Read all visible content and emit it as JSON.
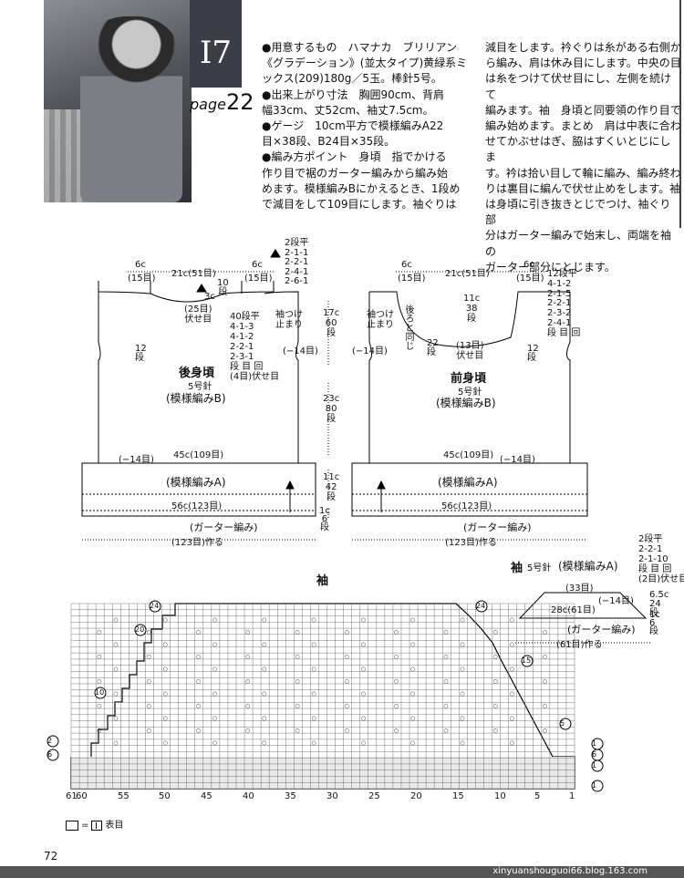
{
  "header": {
    "number": "I7",
    "page_word": "page",
    "page_num": "22",
    "page_number": "72"
  },
  "instructions": {
    "col1": "●用意するもの　ハマナカ　ブリリアン\n《グラデーション》(並太タイプ)黄緑系ミ\nックス(209)180g／5玉。棒針5号。\n●出来上がり寸法　胸囲90cm、背肩\n幅33cm、丈52cm、袖丈7.5cm。\n●ゲージ　10cm平方で模様編みA22\n目×38段、B24目×35段。\n●編み方ポイント　身頃　指でかける\n作り目で裾のガーター編みから編み始\nめます。模様編みBにかえるとき、1段め\nで減目をして109目にします。袖ぐりは",
    "col2": "減目をします。衿ぐりは糸がある右側か\nら編み、肩は休み目にします。中央の目\nは糸をつけて伏せ目にし、左側を続けて\n編みます。袖　身頃と同要領の作り目で\n編み始めます。まとめ　肩は中表に合わ\nせてかぶせはぎ、脇はすくいとじにしま\nす。衿は拾い目して輪に編み、編み終わ\nりは裏目に編んで伏せ止めをします。袖\nは身頃に引き抜きとじでつけ、袖ぐり部\n分はガーター編みで始末し、両端を袖の\nガーター部分にとじます。"
  },
  "back": {
    "title": "後身頃",
    "needle": "5号針",
    "pattern": "(模様編みB)",
    "top_w": "21c(51目)",
    "shoulder_l": "6c",
    "shoulder_l2": "(15目)",
    "shoulder_r": "6c",
    "shoulder_r2": "(15目)",
    "neck_rows": "10\n段",
    "neck_depth": "3c",
    "neck_center": "(25目)\n伏せ目",
    "shoulder_dec": "2段平\n2-1-1\n2-2-1\n2-4-1\n2-6-1",
    "sleeve_stop": "袖つけ\n止まり",
    "arm_dec": "40段平\n4-1-3\n4-1-2\n2-2-1\n2-3-1\n段 目 回\n(4目)伏せ目",
    "side12": "12\n段",
    "minus14r": "(−14目)",
    "minus14b": "(−14目)",
    "w45": "45c(109目)",
    "patA": "(模様編みA)",
    "w56": "56c(123目)",
    "garter": "(ガーター編み)",
    "cast": "(123目)作る",
    "h17": "17c\n60\n段",
    "h23": "23c\n80\n段",
    "h11": "11c\n42\n段",
    "h1": "1c\n6\n段"
  },
  "front": {
    "title": "前身頃",
    "needle": "5号針",
    "pattern": "(模様編みB)",
    "top_w": "21c(51目)",
    "shoulder_l": "6c",
    "shoulder_l2": "(15目)",
    "shoulder_r": "6c",
    "shoulder_r2": "(15目)",
    "neck_depth": "11c\n38\n段",
    "neck_center": "(13目)\n伏せ目",
    "back_same": "後ろと同じ",
    "rows22": "22\n段",
    "sleeve_stop": "袖つけ\n止まり",
    "minus14l": "(−14目)",
    "neck_dec": "12段平\n4-1-2\n2-1-5\n2-2-1\n2-3-2\n2-4-1\n段 目 回",
    "side12": "12\n段",
    "minus14b": "(−14目)",
    "w45": "45c(109目)",
    "patA": "(模様編みA)",
    "w56": "56c(123目)",
    "garter": "(ガーター編み)",
    "cast": "(123目)作る"
  },
  "sleeve_small": {
    "title": "袖",
    "needle": "5号針",
    "pattern": "(模様編みA)",
    "dec": "2段平\n2-2-1\n2-1-10\n段 目 回\n(2目)伏せ目",
    "top": "(33目)",
    "minus14": "(−14目)",
    "w28": "28c(61目)",
    "h65": "6.5c\n24\n段",
    "h1": "1c\n6\n段",
    "garter": "(ガーター編み)",
    "cast": "(61目)作る"
  },
  "chart": {
    "title": "袖",
    "stitch_labels": [
      "61",
      "60",
      "55",
      "50",
      "45",
      "40",
      "35",
      "30",
      "25",
      "20",
      "15",
      "10",
      "5",
      "1"
    ],
    "row_markers_left": [
      "24",
      "20",
      "10",
      "2",
      "6"
    ],
    "row_markers_right": [
      "24",
      "15",
      "5",
      "1",
      "6",
      "1",
      "1"
    ],
    "legend_eq": "=",
    "legend_text": "表目"
  },
  "footer": {
    "url": "xinyuanshouguoi66.blog.163.com"
  }
}
